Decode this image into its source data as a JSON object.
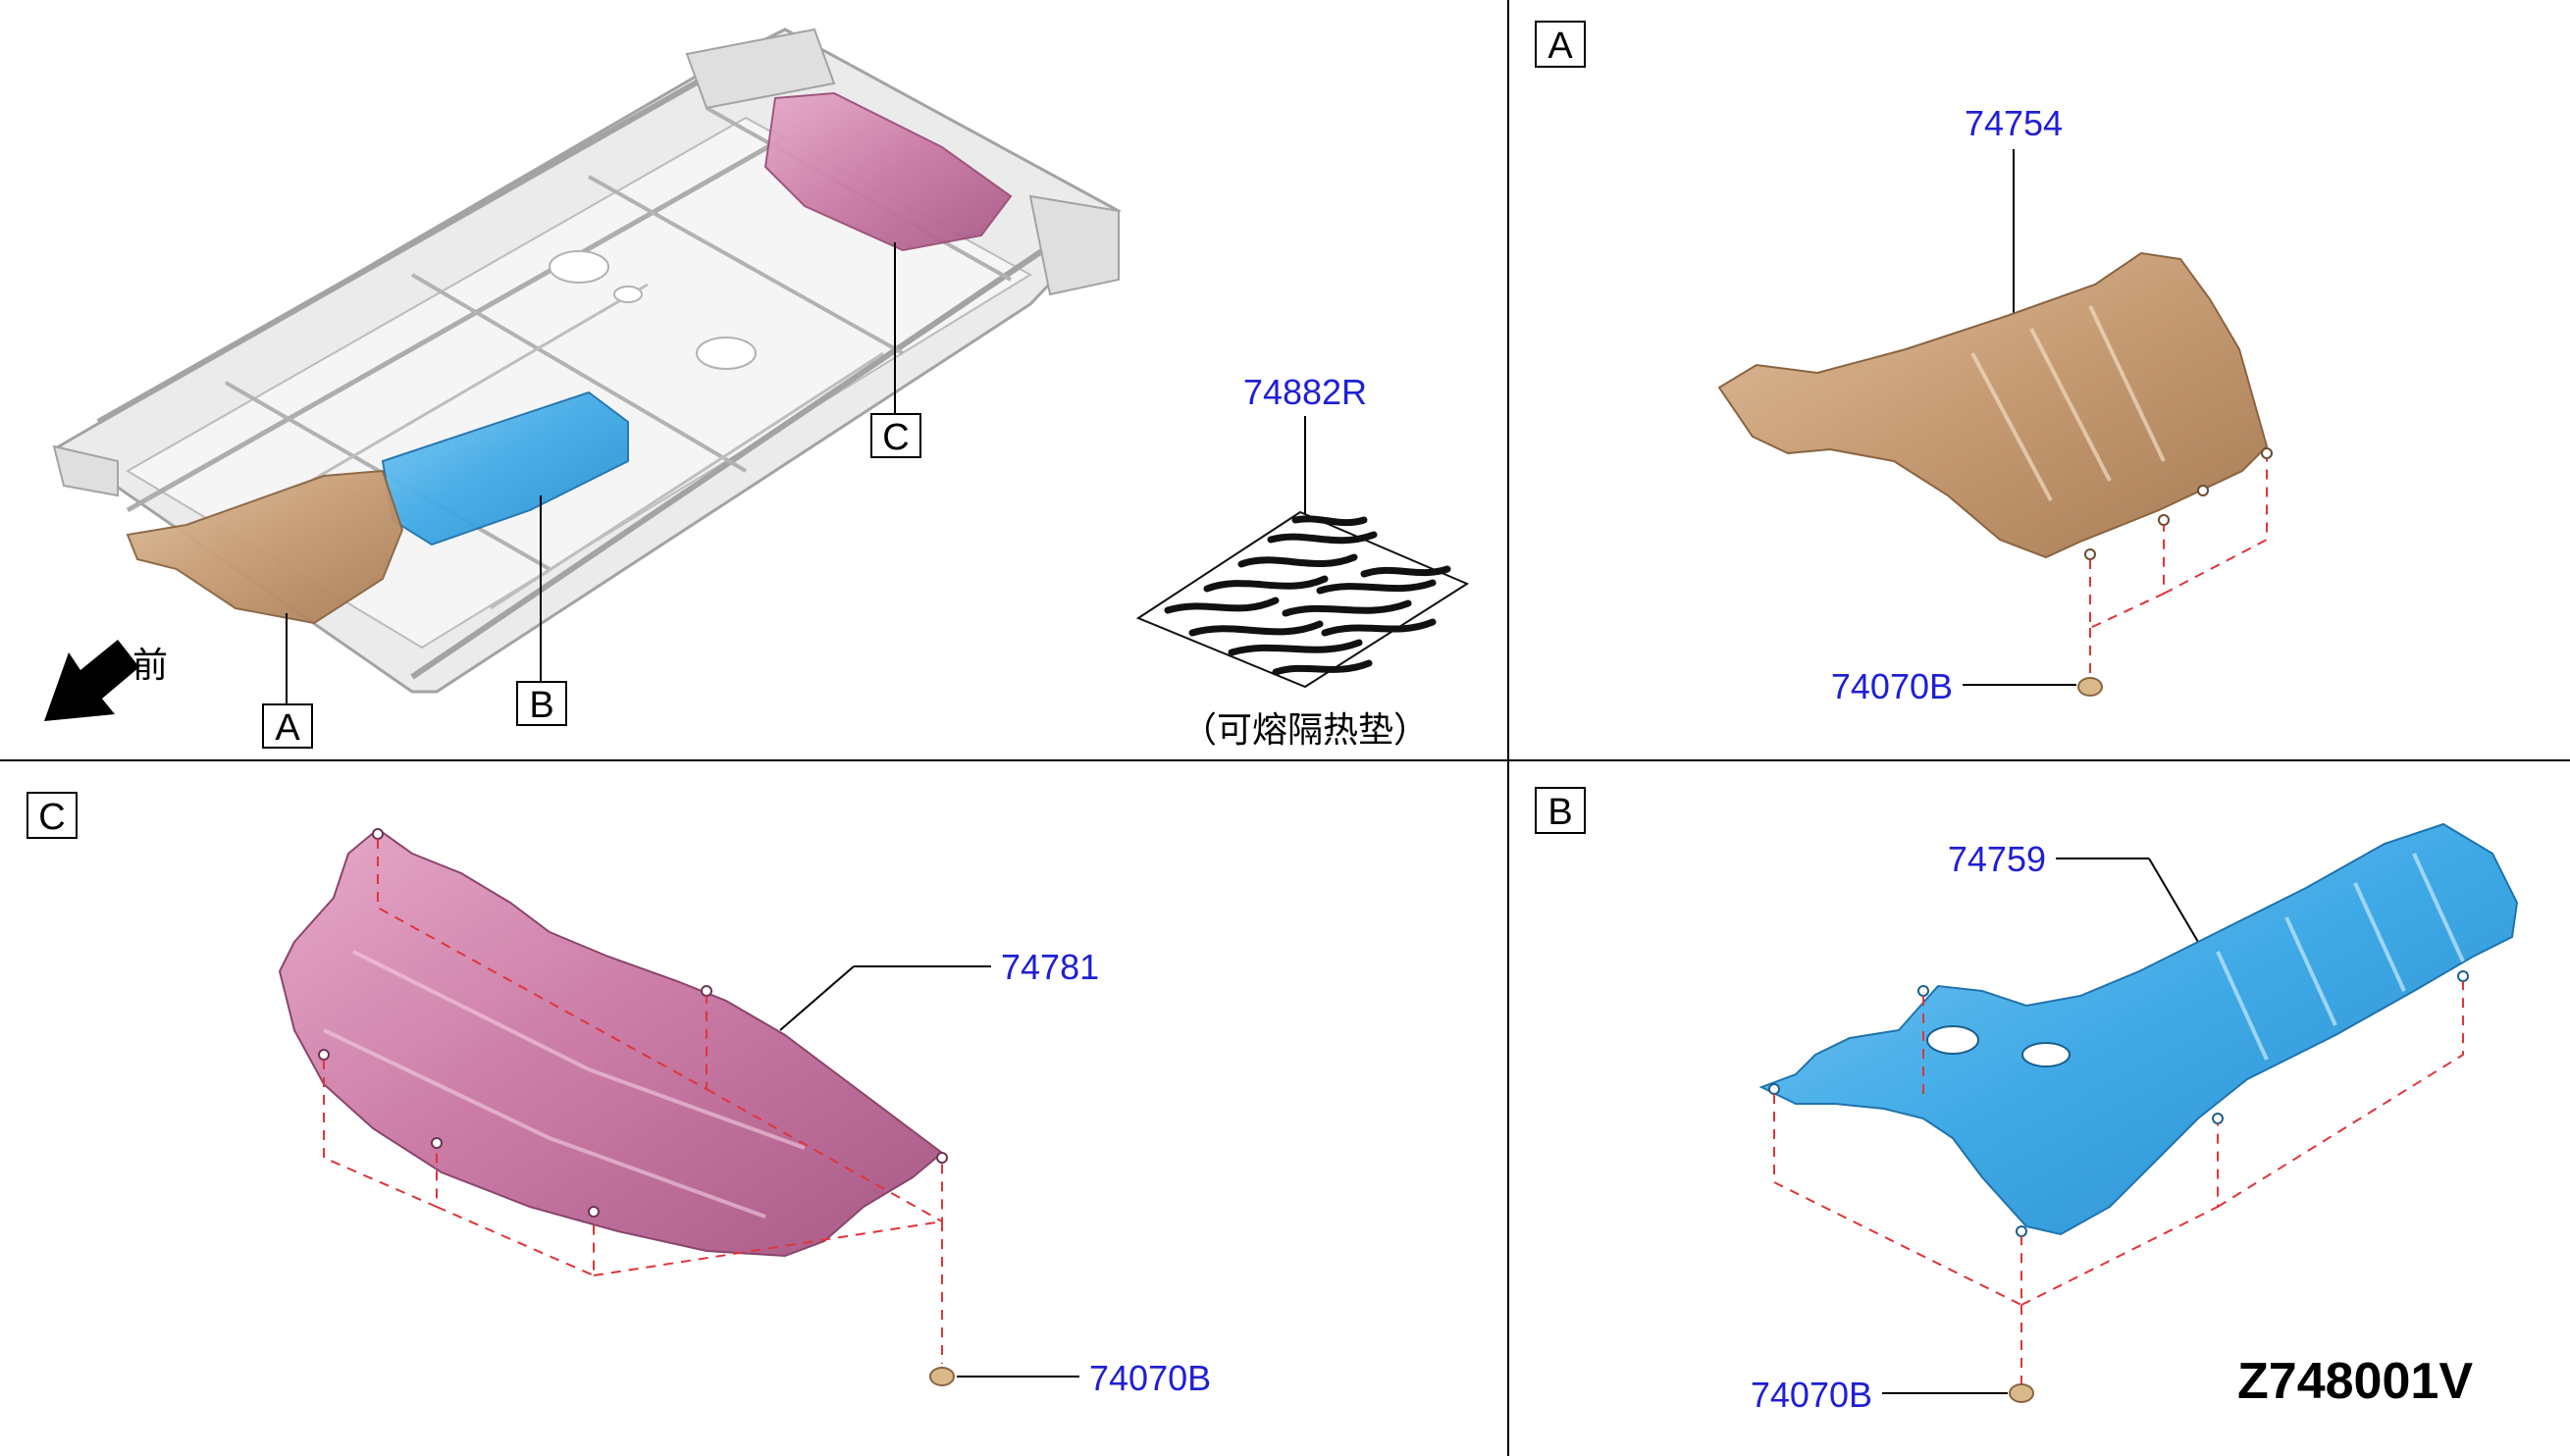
{
  "overview": {
    "front_label": "前",
    "callouts": [
      "A",
      "B",
      "C"
    ],
    "insulator": {
      "part_number": "74882R",
      "caption": "（可熔隔热垫）"
    }
  },
  "panel_a": {
    "tag": "A",
    "main_part": "74754",
    "clip_part": "74070B",
    "color": "#c9a07a"
  },
  "panel_b": {
    "tag": "B",
    "main_part": "74759",
    "clip_part": "74070B",
    "color": "#3fa9e6"
  },
  "panel_c": {
    "tag": "C",
    "main_part": "74781",
    "clip_part": "74070B",
    "color": "#c97aa5"
  },
  "diagram_code": "Z748001V"
}
